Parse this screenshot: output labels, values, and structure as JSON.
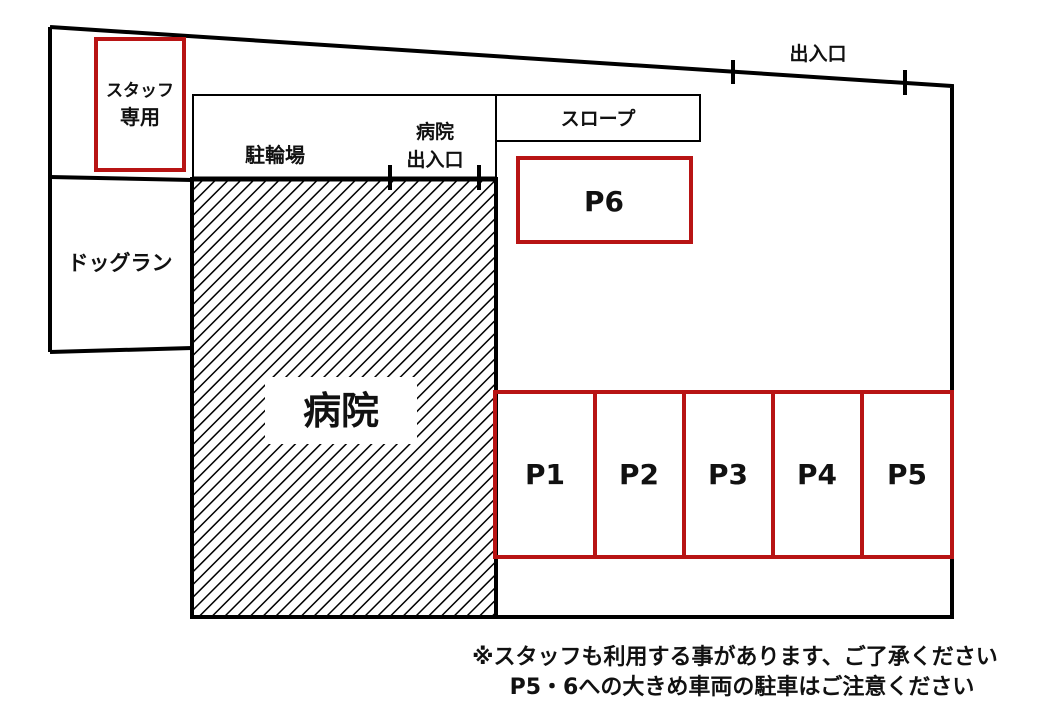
{
  "colors": {
    "line": "#000000",
    "parking": "#b81414",
    "background": "#ffffff"
  },
  "labels": {
    "lot_entrance": "出入口",
    "slope": "スロープ",
    "bicycle_parking": "駐輪場",
    "hospital_entrance_line1": "病院",
    "hospital_entrance_line2": "出入口",
    "staff_only_line1": "スタッフ",
    "staff_only_line2": "専用",
    "dog_run": "ドッグラン",
    "hospital": "病院"
  },
  "parking_spaces": [
    "P1",
    "P2",
    "P3",
    "P4",
    "P5",
    "P6"
  ],
  "notes": {
    "line1": "※スタッフも利用する事があります、ご了承ください",
    "line2": "P5・6への大きめ車両の駐車はご注意ください"
  }
}
